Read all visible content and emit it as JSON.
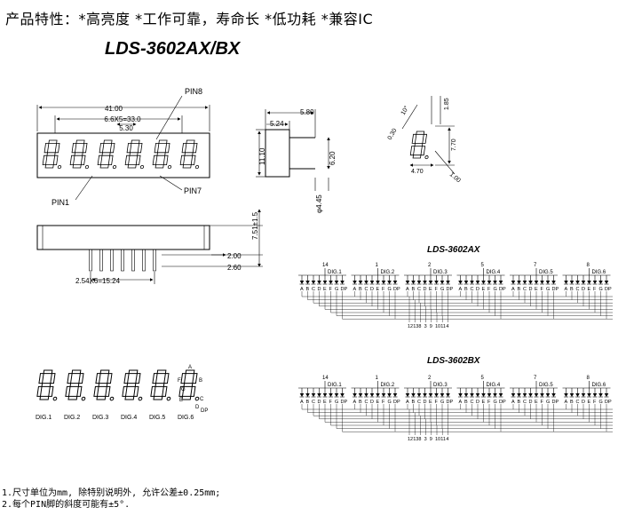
{
  "features": "产品特性：*高亮度 *工作可靠，寿命长 *低功耗 *兼容IC",
  "title": "LDS-3602AX/BX",
  "dimensions": {
    "overall_width": "41.00",
    "pitch": "6.6X5=33.0",
    "digit_width": "5.30",
    "pin8": "PIN8",
    "pin1": "PIN1",
    "pin7": "PIN7",
    "side_depth": "5.80",
    "side_offset": "5.24",
    "height": "11.10",
    "pin_row": "6.20",
    "pin_dia": "φ4.45",
    "angle_top": "10°",
    "angle_left": "0.30",
    "seg_w": "1.85",
    "seg_h": "7.70",
    "seg_small": "4.70",
    "seg_pitch": "1.00",
    "lead_length": "7.51±1.5",
    "lead_a": "2.00",
    "lead_b": "2.60",
    "pin_pitch": "2.54X6=15.24"
  },
  "front_labels": [
    "DIG.1",
    "DIG.2",
    "DIG.3",
    "DIG.4",
    "DIG.5",
    "DIG.6"
  ],
  "segment_letters": [
    "A",
    "B",
    "C",
    "D",
    "E",
    "F",
    "G",
    "DP"
  ],
  "segment_mini": [
    "A",
    "F",
    "B",
    "G",
    "E",
    "C",
    "D",
    "DP"
  ],
  "circuit_ax": {
    "title": "LDS-3602AX",
    "digits": [
      {
        "label": "DIG.1",
        "pin": "14"
      },
      {
        "label": "DIG.2",
        "pin": "1"
      },
      {
        "label": "DIG.3",
        "pin": "2"
      },
      {
        "label": "DIG.4",
        "pin": "5"
      },
      {
        "label": "DIG.5",
        "pin": "7"
      },
      {
        "label": "DIG.6",
        "pin": "8"
      }
    ],
    "pins": [
      "12",
      "13",
      "8",
      "3",
      "9",
      "10",
      "11",
      "4"
    ]
  },
  "circuit_bx": {
    "title": "LDS-3602BX",
    "digits": [
      {
        "label": "DIG.1",
        "pin": "14"
      },
      {
        "label": "DIG.2",
        "pin": "1"
      },
      {
        "label": "DIG.3",
        "pin": "2"
      },
      {
        "label": "DIG.4",
        "pin": "5"
      },
      {
        "label": "DIG.5",
        "pin": "7"
      },
      {
        "label": "DIG.6",
        "pin": "8"
      }
    ],
    "pins": [
      "12",
      "13",
      "8",
      "3",
      "9",
      "10",
      "11",
      "4"
    ]
  },
  "notes": [
    "1.尺寸单位为mm, 除特别说明外, 允许公差±0.25mm;",
    "2.每个PIN脚的斜度可能有±5°."
  ]
}
